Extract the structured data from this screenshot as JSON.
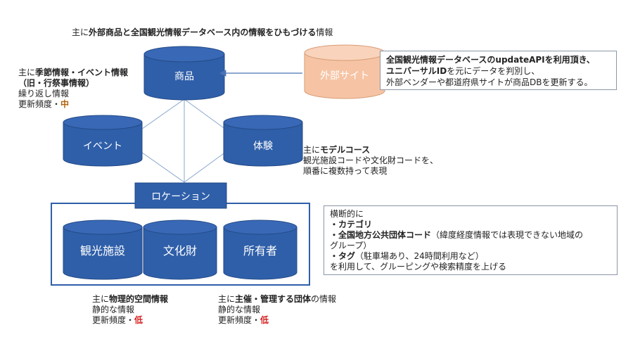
{
  "title": {
    "prefix": "主に",
    "bold": "外部商品と全国観光情報データベース内の情報をひもづける",
    "suffix": "情報"
  },
  "nodes": {
    "product": "商品",
    "external": "外部サイト",
    "event": "イベント",
    "experience": "体験",
    "location": "ロケーション",
    "facility": "観光施設",
    "cultural": "文化財",
    "owner": "所有者"
  },
  "notes": {
    "product": {
      "line1_prefix": "主に",
      "line1_bold": "季節情報・イベント情報",
      "line2_bold": "（旧・行祭事情報）",
      "line3": "繰り返し情報",
      "line4_prefix": "更新頻度・",
      "line4_value": "中"
    },
    "external": {
      "line1": "全国観光情報データベースのupdateAPIを利用頂き、",
      "line2_bold": "ユニバーサルID",
      "line2_rest": "を元にデータを判別し、",
      "line3": "外部ベンダーや都道府県サイトが商品DBを更新する。"
    },
    "experience": {
      "line1_prefix": "主に",
      "line1_bold": "モデルコース",
      "line2": "観光施設コードや文化財コードを、",
      "line3": "順番に複数持って表現"
    },
    "cross": {
      "line1": "横断的に",
      "line2_bold": "・カテゴリ",
      "line3_bold": "・全国地方公共団体コード",
      "line3_rest": "（緯度経度情報では表現できない地域の",
      "line4": "グループ）",
      "line5_bold": "・タグ",
      "line5_rest": "（駐車場あり、24時間利用など）",
      "line6": "を利用して、グルーピングや検索精度を上げる"
    },
    "physical": {
      "line1_prefix": "主に",
      "line1_bold": "物理的空間情報",
      "line2": "静的な情報",
      "line3_prefix": "更新頻度・",
      "line3_value": "低"
    },
    "organizer": {
      "line1_prefix": "主に",
      "line1_bold": "主催・管理する団体",
      "line1_suffix": "の情報",
      "line2": "静的な情報",
      "line3_prefix": "更新頻度・",
      "line3_value": "低"
    }
  },
  "colors": {
    "db_blue": "#2f5fa9",
    "db_stroke": "#234a86",
    "external_fill": "#f6c4a4",
    "external_stroke": "#d79b75",
    "location_frame": "#2f5fa9",
    "connector": "#8aa8cf",
    "arrow": "#4a73b5"
  }
}
